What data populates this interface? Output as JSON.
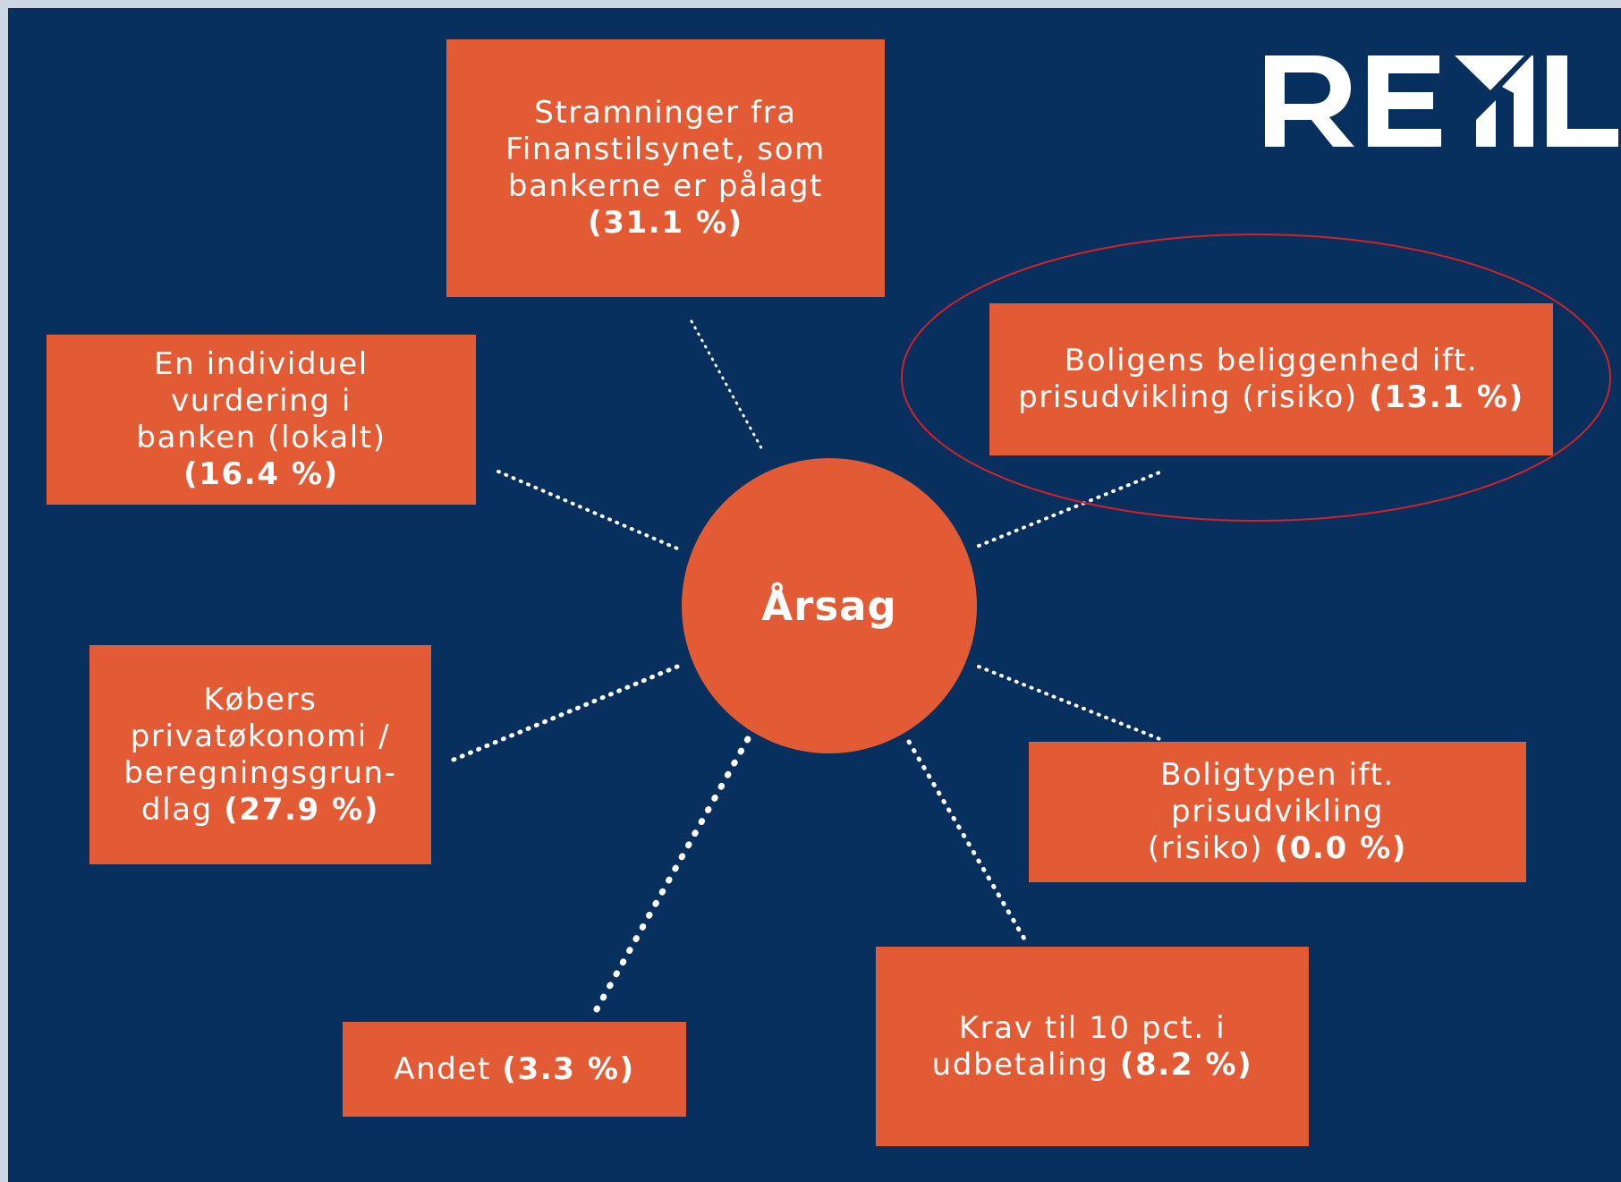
{
  "center_label": "Årsag",
  "logo_text": "REAL",
  "colors": {
    "background": "#07305f",
    "box": "#e35b35",
    "text": "#ffffff",
    "highlight": "#d42027",
    "border": "#cdd6e2"
  },
  "nodes": {
    "finanstilsynet": {
      "lines": [
        "Stramninger fra",
        "Finanstilsynet, som",
        "bankerne er pålagt"
      ],
      "pct": "(31.1 %)"
    },
    "individuel": {
      "lines": [
        "En individuel",
        "vurdering i",
        "banken (lokalt)"
      ],
      "pct": "(16.4 %)"
    },
    "beliggenhed": {
      "line1": "Boligens beliggenhed ift.",
      "line2_text": "prisudvikling (risiko)",
      "pct": "(13.1 %)"
    },
    "koebers": {
      "lines": [
        "Købers",
        "privatøkonomi /",
        "beregningsgrun-"
      ],
      "last_text": "dlag",
      "pct": "(27.9 %)"
    },
    "boligtypen": {
      "lines": [
        "Boligtypen ift.",
        "prisudvikling"
      ],
      "last_text": "(risiko)",
      "pct": "(0.0 %)"
    },
    "andet": {
      "text": "Andet",
      "pct": "(3.3 %)"
    },
    "krav": {
      "line1": "Krav til 10 pct. i",
      "line2_text": "udbetaling",
      "pct": "(8.2 %)"
    }
  }
}
